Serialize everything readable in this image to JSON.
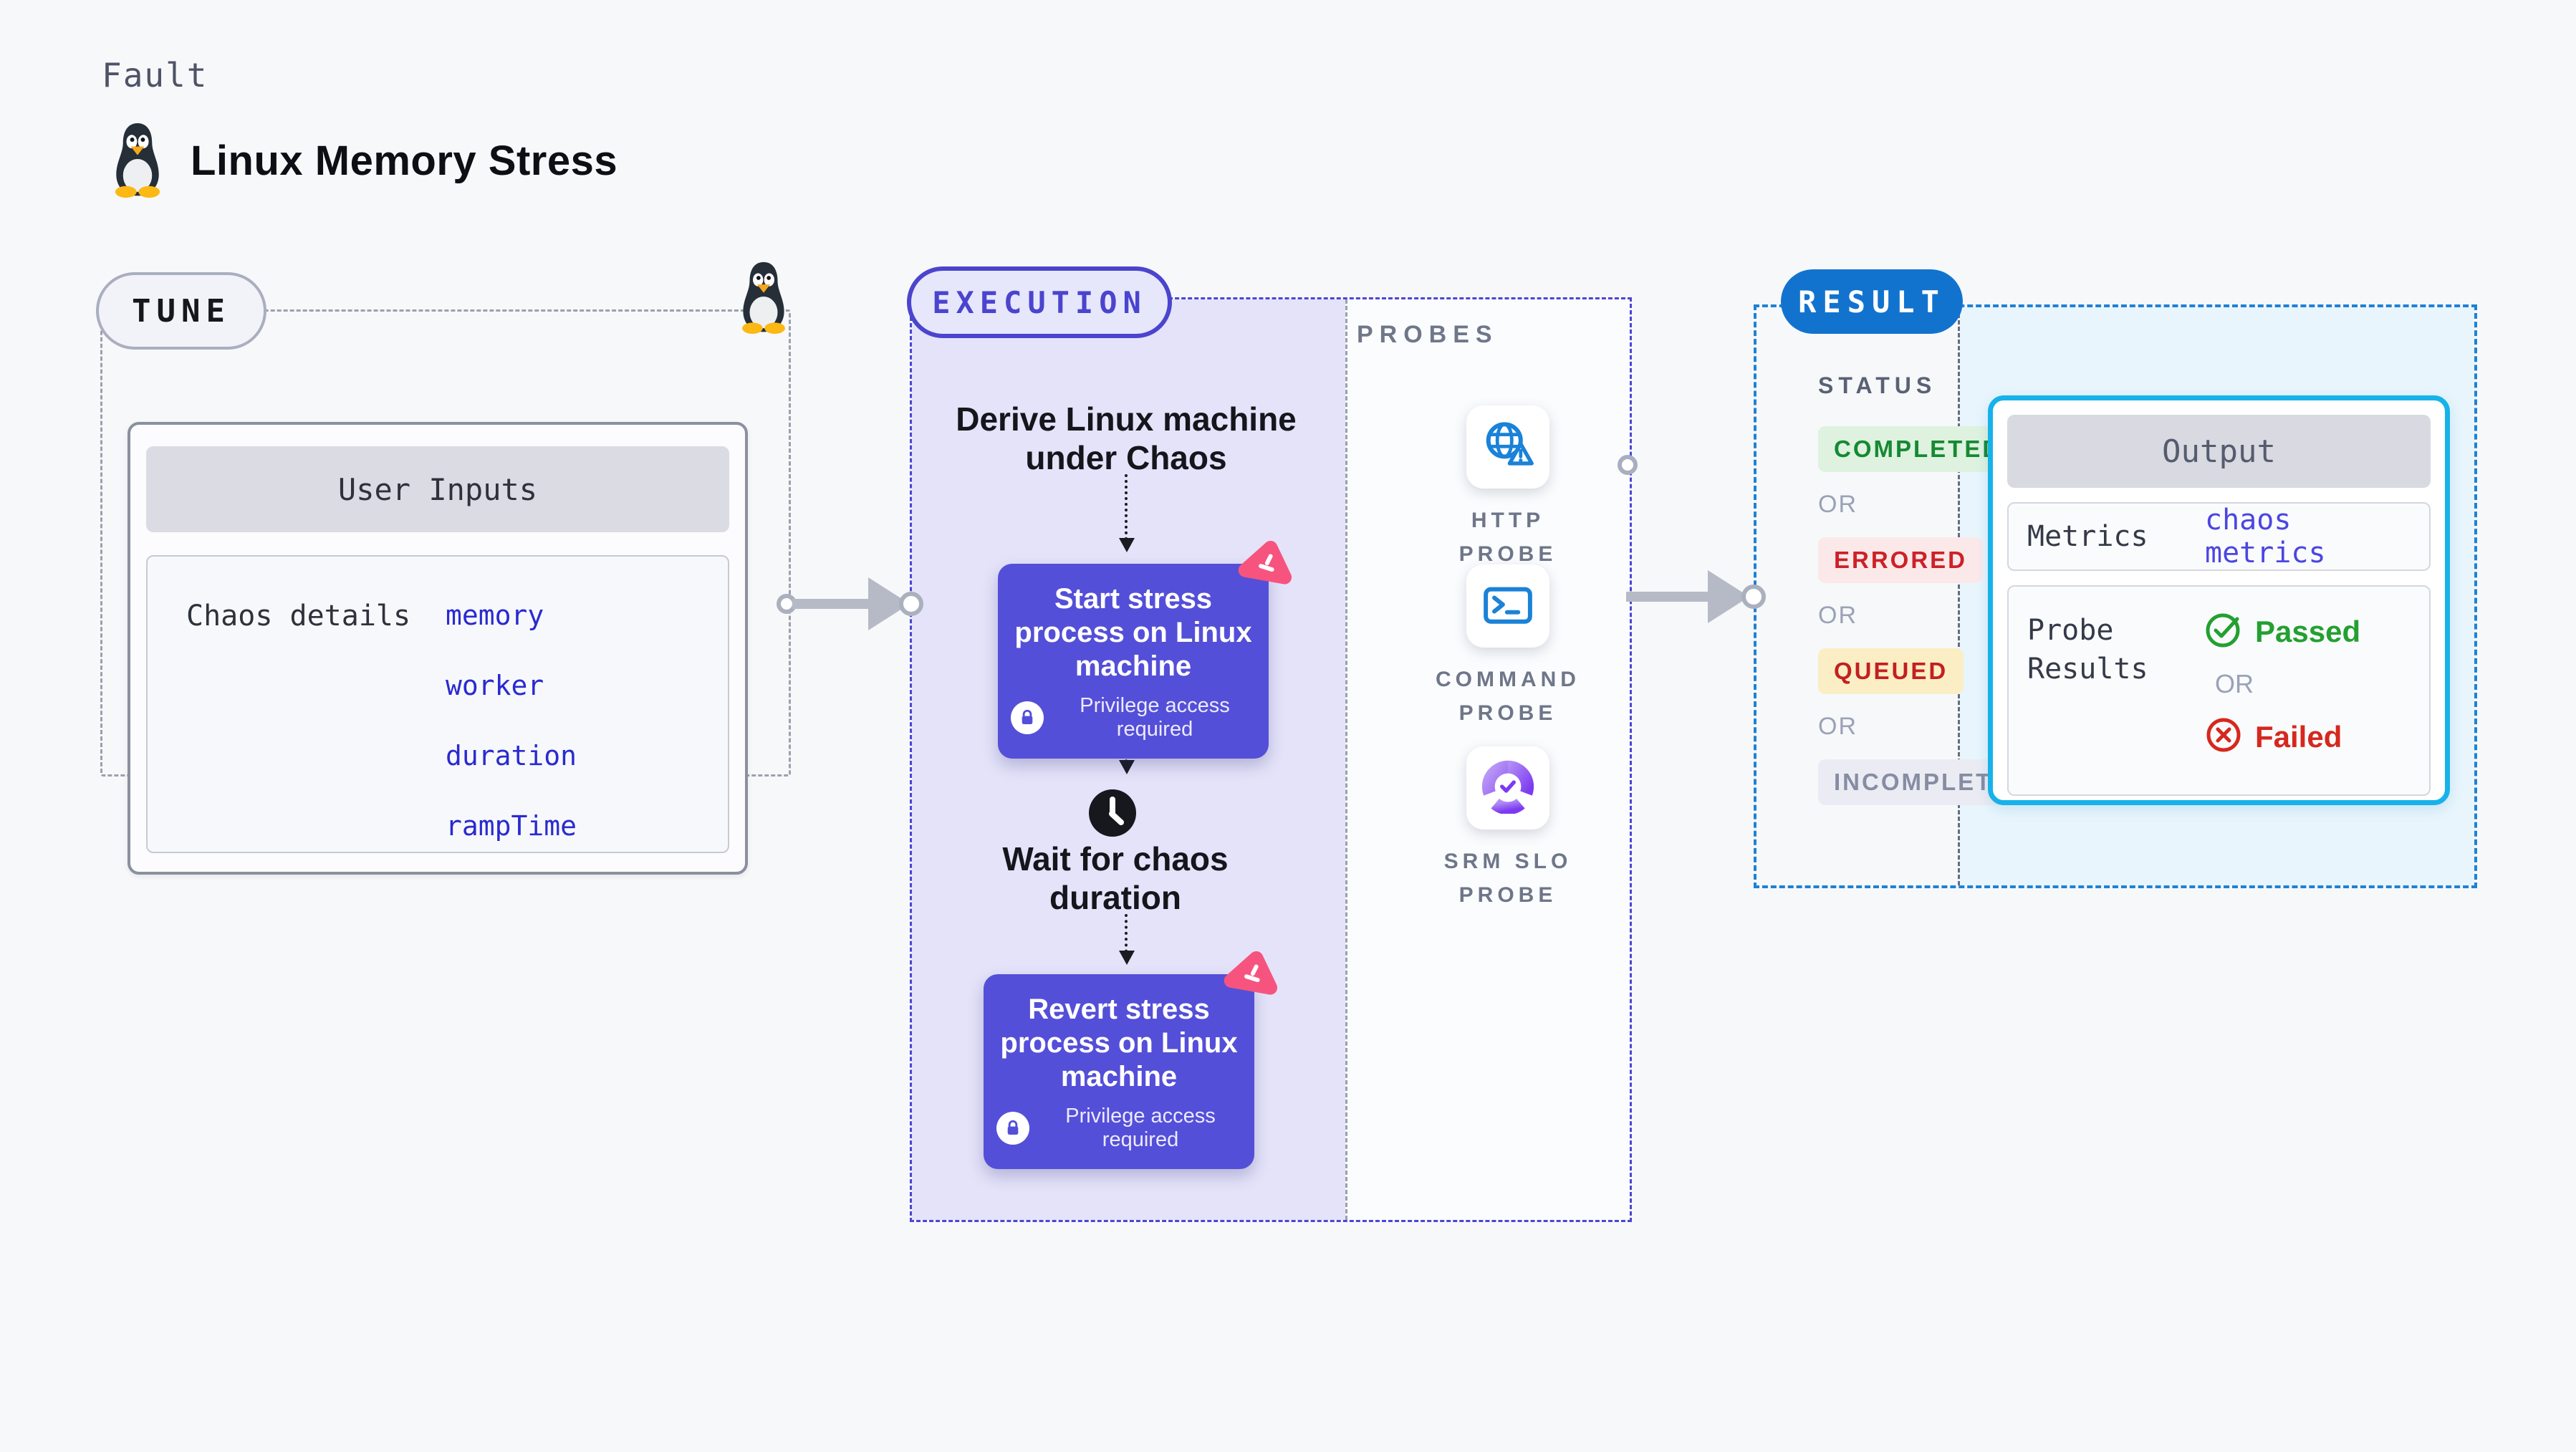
{
  "page": {
    "kicker": "Fault",
    "title": "Linux Memory Stress"
  },
  "tune": {
    "badge": "TUNE",
    "card_header": "User Inputs",
    "row_label": "Chaos details",
    "inputs": [
      "memory",
      "worker",
      "duration",
      "rampTime"
    ]
  },
  "execution": {
    "badge": "EXECUTION",
    "derive_label": "Derive Linux machine under Chaos",
    "start_task": "Start stress process on Linux machine",
    "wait_label": "Wait for chaos duration",
    "revert_task": "Revert stress process on Linux machine",
    "privilege_note": "Privilege access required"
  },
  "probes": {
    "label": "PROBES",
    "items": [
      {
        "name": "HTTP PROBE",
        "icon": "globe-alert-icon"
      },
      {
        "name": "COMMAND PROBE",
        "icon": "terminal-icon"
      },
      {
        "name": "SRM SLO PROBE",
        "icon": "slo-gauge-icon"
      }
    ]
  },
  "result": {
    "badge": "RESULT",
    "status_label": "STATUS",
    "or_label": "OR",
    "statuses": [
      {
        "label": "COMPLETED",
        "type": "completed"
      },
      {
        "label": "ERRORED",
        "type": "errored"
      },
      {
        "label": "QUEUED",
        "type": "queued"
      },
      {
        "label": "INCOMPLETED",
        "type": "incompleted"
      }
    ],
    "output": {
      "header": "Output",
      "metrics_label": "Metrics",
      "metrics_link": "chaos metrics",
      "probe_results_label": "Probe Results",
      "passed_label": "Passed",
      "failed_label": "Failed"
    }
  },
  "colors": {
    "indigo_border": "#4b46d3",
    "task_box": "#544fd8",
    "execution_bg": "#e4e3f9",
    "result_pill": "#1273cf",
    "result_border": "#1e82d4",
    "result_bg": "#e8f5fc",
    "output_border": "#16b2e9",
    "chaos_pink": "#f6547f",
    "probe_icon_blue": "#1a82d8",
    "passed_green": "#23a030",
    "failed_red": "#d6281e",
    "queued_bg": "#fbeec5",
    "completed_bg": "#def2df",
    "errored_bg": "#fbe9ea",
    "incompleted_bg": "#ebecf3"
  }
}
